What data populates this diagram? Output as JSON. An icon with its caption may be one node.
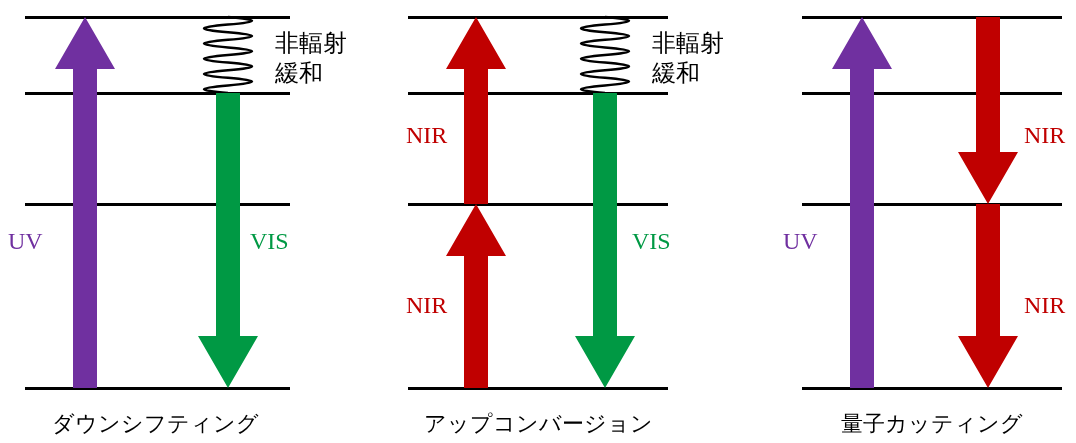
{
  "diagram": {
    "nodes": [
      {
        "text": [],
        "shape": "bar"
      },
      {
        "text": [],
        "shape": "bar"
      },
      {
        "text": [],
        "shape": "bar"
      },
      {
        "text": [],
        "shape": "bar"
      },
      {
        "text": [],
        "shape": "bar"
      },
      {
        "text": [],
        "shape": "bar"
      },
      {
        "text": [],
        "shape": "bar"
      },
      {
        "text": [],
        "shape": "bar"
      },
      {
        "text": [],
        "shape": "bar"
      },
      {
        "text": [],
        "shape": "bar"
      },
      {
        "text": [],
        "shape": "bar"
      },
      {
        "text": [],
        "shape": "bar"
      }
    ],
    "edges": [
      {
        "from": 3,
        "to": 0,
        "arrow": "to",
        "label": "UV",
        "color": "#7030a0"
      },
      {
        "from": 0,
        "to": 1,
        "arrow": "none",
        "label": "非輻射緩和",
        "color": "#000000"
      },
      {
        "from": 1,
        "to": 3,
        "arrow": "to",
        "label": "VIS",
        "color": "#009944"
      },
      {
        "from": 7,
        "to": 6,
        "arrow": "to",
        "label": "NIR"
      },
      {
        "from": 6,
        "to": 4,
        "arrow": "to",
        "label": "NIR"
      },
      {
        "from": 4,
        "to": 5,
        "arrow": "none",
        "label": "非輻射緩和",
        "color": "#000000"
      },
      {
        "from": 5,
        "to": 7,
        "arrow": "to",
        "label": "VIS",
        "color": "#009944"
      },
      {
        "from": 11,
        "to": 8,
        "arrow": "to",
        "label": "UV",
        "color": "#7030a0"
      },
      {
        "from": 8,
        "to": 10,
        "arrow": "to",
        "label": "NIR"
      },
      {
        "from": 10,
        "to": 11,
        "arrow": "to",
        "label": "NIR"
      }
    ],
    "labels": [
      "ダウンシフティング",
      "アップコンバージョン",
      "量子カッティング"
    ]
  }
}
